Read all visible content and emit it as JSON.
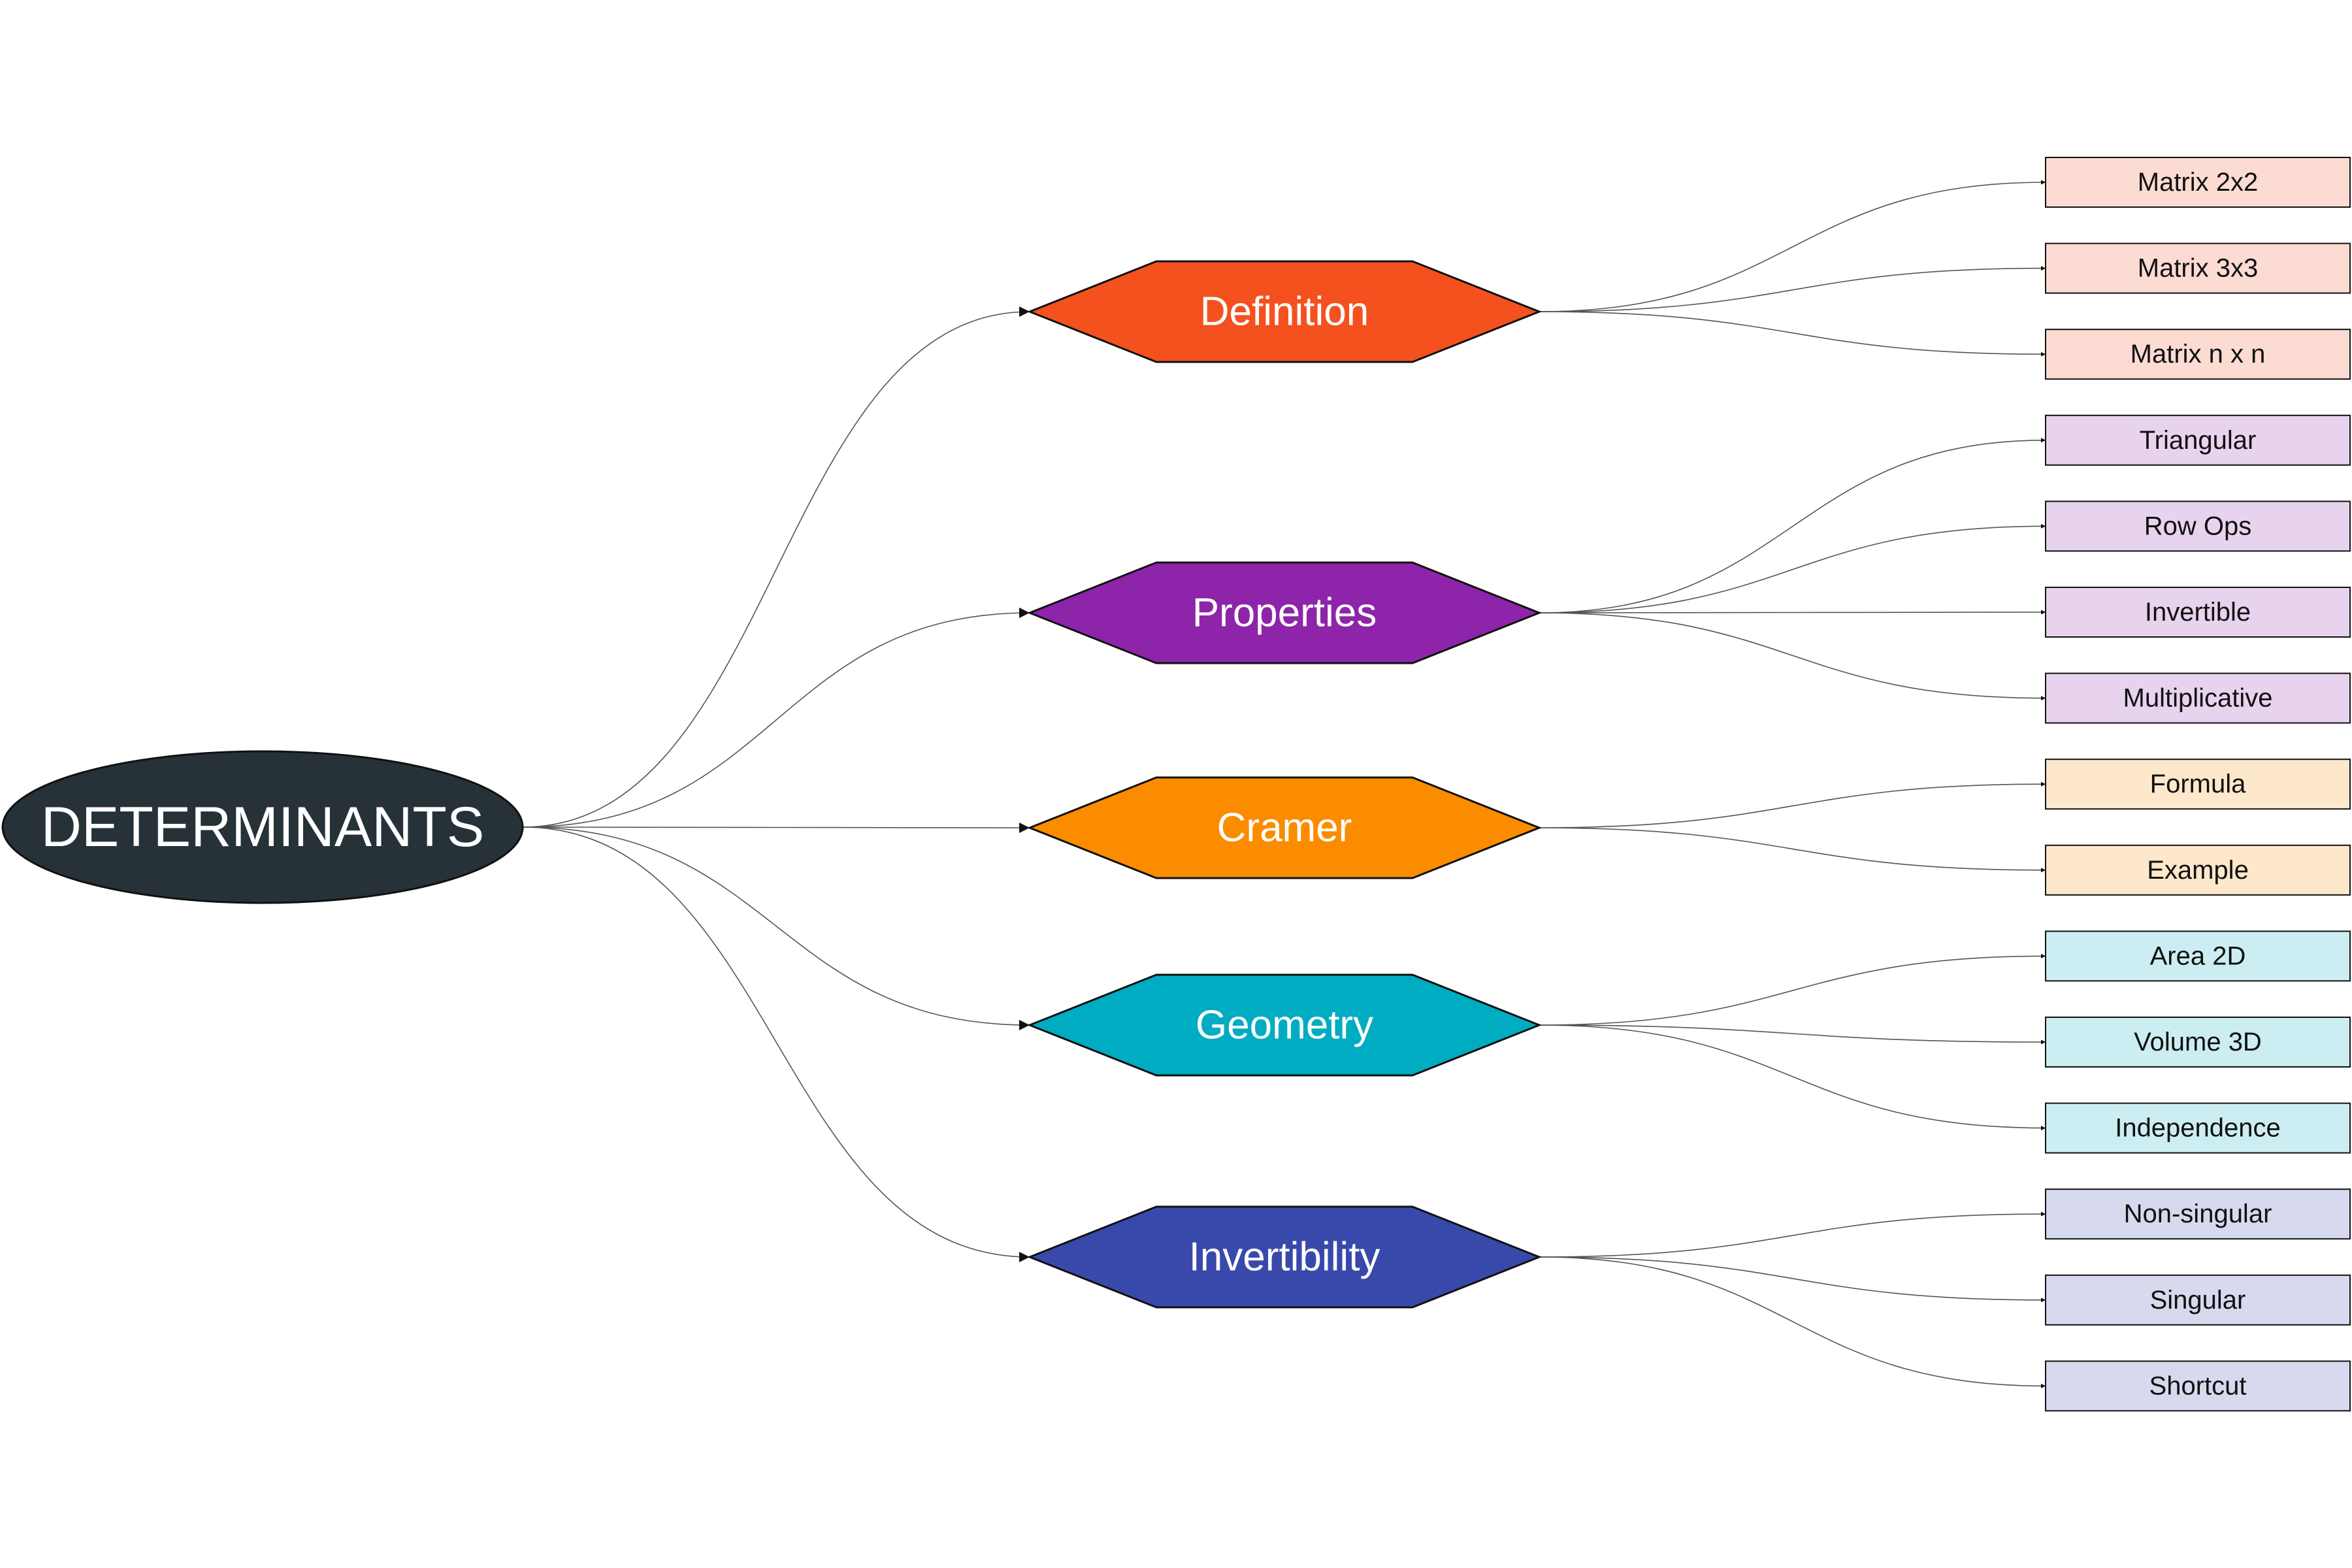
{
  "diagram": {
    "root": {
      "label": "DETERMINANTS",
      "color": "#263238"
    },
    "branches": [
      {
        "id": "definition",
        "label": "Definition",
        "color": "#F4511E",
        "leaf_color": "#FBDBD2",
        "leaves": [
          "Matrix 2x2",
          "Matrix 3x3",
          "Matrix n x n"
        ]
      },
      {
        "id": "properties",
        "label": "Properties",
        "color": "#8E24AA",
        "leaf_color": "#E8D3EE",
        "leaves": [
          "Triangular",
          "Row Ops",
          "Invertible",
          "Multiplicative"
        ]
      },
      {
        "id": "cramer",
        "label": "Cramer",
        "color": "#FB8C00",
        "leaf_color": "#FEE8CC",
        "leaves": [
          "Formula",
          "Example"
        ]
      },
      {
        "id": "geometry",
        "label": "Geometry",
        "color": "#00ACC1",
        "leaf_color": "#CCEEF2",
        "leaves": [
          "Area 2D",
          "Volume 3D",
          "Independence"
        ]
      },
      {
        "id": "invertibility",
        "label": "Invertibility",
        "color": "#3949AB",
        "leaf_color": "#D7DAEE",
        "leaves": [
          "Non-singular",
          "Singular",
          "Shortcut"
        ]
      }
    ]
  }
}
